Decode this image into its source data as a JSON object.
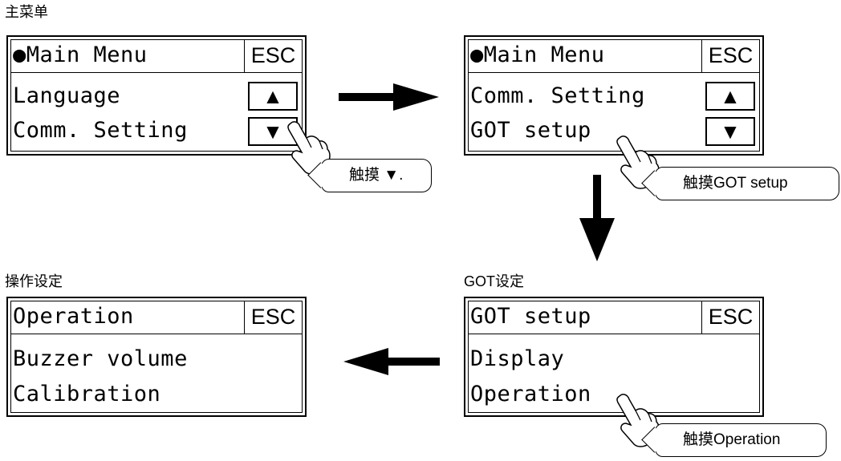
{
  "steps": [
    {
      "caption": "主菜单",
      "screen": {
        "title": "●Main Menu",
        "esc": "ESC",
        "rows": [
          "Language",
          "Comm. Setting"
        ],
        "arrows": [
          "▲",
          "▼"
        ]
      },
      "callout": "触摸 ▼."
    },
    {
      "screen": {
        "title": "●Main Menu",
        "esc": "ESC",
        "rows": [
          "Comm. Setting",
          "GOT setup"
        ],
        "arrows": [
          "▲",
          "▼"
        ]
      },
      "callout": "触摸GOT setup"
    },
    {
      "caption": "GOT设定",
      "screen": {
        "title": "GOT setup",
        "esc": "ESC",
        "rows": [
          "Display",
          "Operation"
        ]
      },
      "callout": "触摸Operation"
    },
    {
      "caption": "操作设定",
      "screen": {
        "title": "Operation",
        "esc": "ESC",
        "rows": [
          "Buzzer volume",
          "Calibration"
        ]
      }
    }
  ],
  "icons": {
    "pointer": "pointing-hand-icon",
    "flow": "arrow-icon"
  }
}
